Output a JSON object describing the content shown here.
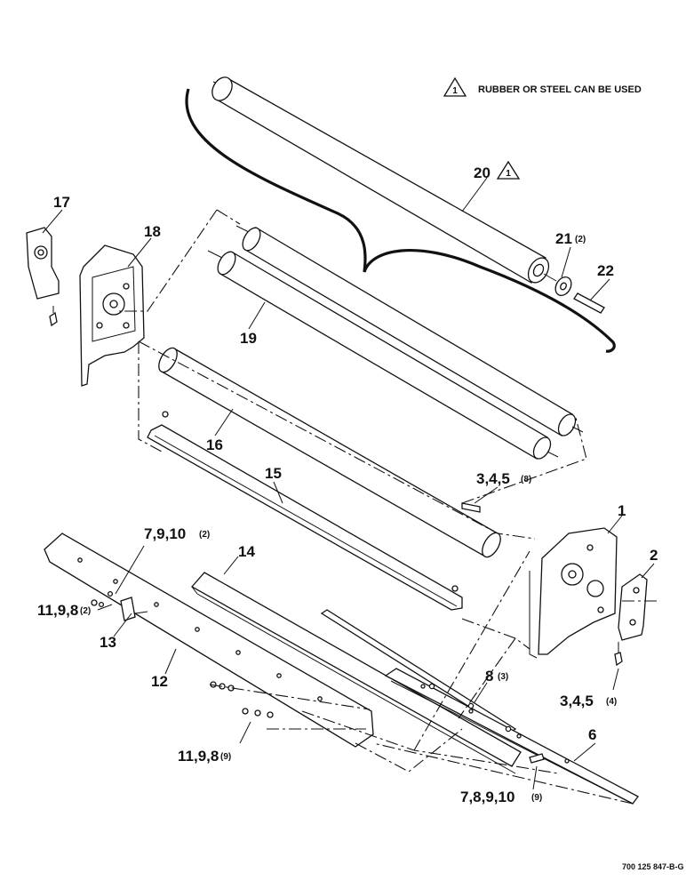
{
  "note": {
    "marker": "1",
    "text": "RUBBER OR STEEL CAN BE USED"
  },
  "callouts": {
    "c20": "20",
    "c20_marker": "1",
    "c21": "21",
    "c21_qty": "(2)",
    "c22": "22",
    "c17": "17",
    "c18": "18",
    "c19": "19",
    "c16": "16",
    "c15": "15",
    "c345a": "3,4,5",
    "c345a_qty": "(8)",
    "c1": "1",
    "c2": "2",
    "c14": "14",
    "c7910": "7,9,10",
    "c7910_qty": "(2)",
    "c1198a": "11,9,8",
    "c1198a_qty": "(2)",
    "c13": "13",
    "c12": "12",
    "c8": "8",
    "c8_qty": "(3)",
    "c345b": "3,4,5",
    "c345b_qty": "(4)",
    "c6": "6",
    "c1198b": "11,9,8",
    "c1198b_qty": "(9)",
    "c78910": "7,8,9,10",
    "c78910_qty": "(9)"
  },
  "drawing_code": "700 125 847-B-G"
}
